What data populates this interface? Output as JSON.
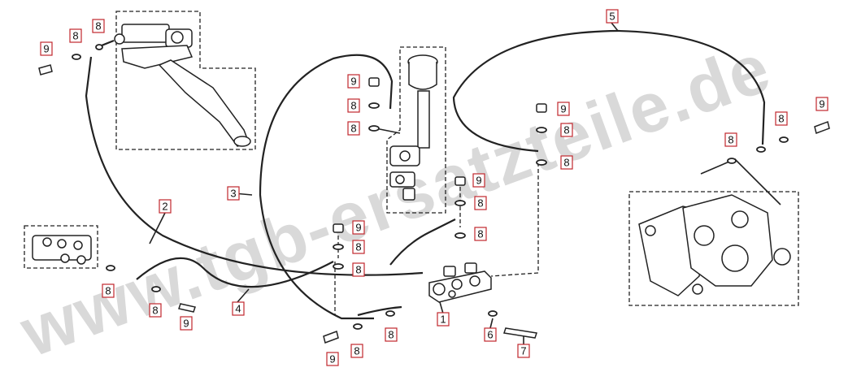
{
  "watermark": "www.tgb-ersatzteile.de",
  "callouts": [
    {
      "id": "c1",
      "label": "1"
    },
    {
      "id": "c2",
      "label": "2"
    },
    {
      "id": "c3",
      "label": "3"
    },
    {
      "id": "c4",
      "label": "4"
    },
    {
      "id": "c5",
      "label": "5"
    },
    {
      "id": "c6",
      "label": "6"
    },
    {
      "id": "c7",
      "label": "7"
    },
    {
      "id": "c8a",
      "label": "8"
    },
    {
      "id": "c8b",
      "label": "8"
    },
    {
      "id": "c8c",
      "label": "8"
    },
    {
      "id": "c8d",
      "label": "8"
    },
    {
      "id": "c8e",
      "label": "8"
    },
    {
      "id": "c8f",
      "label": "8"
    },
    {
      "id": "c8g",
      "label": "8"
    },
    {
      "id": "c8h",
      "label": "8"
    },
    {
      "id": "c8i",
      "label": "8"
    },
    {
      "id": "c8j",
      "label": "8"
    },
    {
      "id": "c8k",
      "label": "8"
    },
    {
      "id": "c8l",
      "label": "8"
    },
    {
      "id": "c8m",
      "label": "8"
    },
    {
      "id": "c8n",
      "label": "8"
    },
    {
      "id": "c8o",
      "label": "8"
    },
    {
      "id": "c8p",
      "label": "8"
    },
    {
      "id": "c8q",
      "label": "8"
    },
    {
      "id": "c8r",
      "label": "8"
    },
    {
      "id": "c9a",
      "label": "9"
    },
    {
      "id": "c9b",
      "label": "9"
    },
    {
      "id": "c9c",
      "label": "9"
    },
    {
      "id": "c9d",
      "label": "9"
    },
    {
      "id": "c9e",
      "label": "9"
    },
    {
      "id": "c9f",
      "label": "9"
    },
    {
      "id": "c9g",
      "label": "9"
    },
    {
      "id": "c9h",
      "label": "9"
    },
    {
      "id": "c9i",
      "label": "9"
    }
  ]
}
